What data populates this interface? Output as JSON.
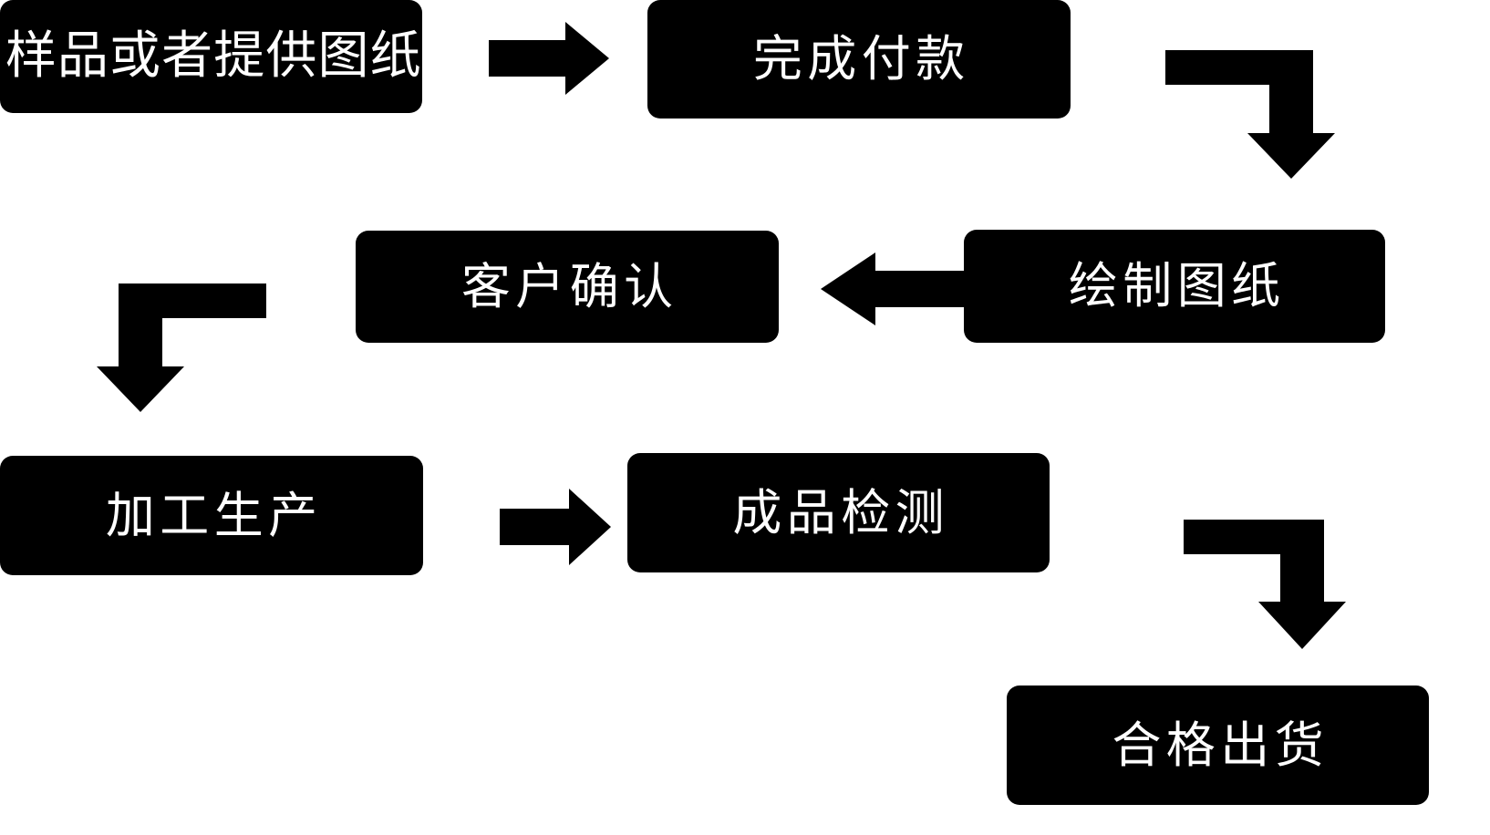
{
  "diagram": {
    "title": "",
    "background_color": "#ffffff",
    "node_color": "#000000",
    "node_text_color": "#ffffff",
    "arrow_color": "#000000",
    "type": "process-flowchart",
    "nodes": [
      {
        "id": "sample",
        "label": "样品或者提供图纸",
        "row": 1,
        "col": 1
      },
      {
        "id": "payment",
        "label": "完成付款",
        "row": 1,
        "col": 2
      },
      {
        "id": "drawing",
        "label": "绘制图纸",
        "row": 2,
        "col": 3
      },
      {
        "id": "confirm",
        "label": "客户确认",
        "row": 2,
        "col": 2
      },
      {
        "id": "production",
        "label": "加工生产",
        "row": 3,
        "col": 1
      },
      {
        "id": "inspection",
        "label": "成品检测",
        "row": 3,
        "col": 2
      },
      {
        "id": "shipment",
        "label": "合格出货",
        "row": 4,
        "col": 3
      }
    ],
    "edges": [
      {
        "from": "sample",
        "to": "payment",
        "shape": "straight-right",
        "icon": "arrow-right-icon"
      },
      {
        "from": "payment",
        "to": "drawing",
        "shape": "elbow-right-down",
        "icon": "arrow-elbow-right-down-icon"
      },
      {
        "from": "drawing",
        "to": "confirm",
        "shape": "straight-left",
        "icon": "arrow-left-icon"
      },
      {
        "from": "confirm",
        "to": "production",
        "shape": "elbow-left-down",
        "icon": "arrow-elbow-left-down-icon"
      },
      {
        "from": "production",
        "to": "inspection",
        "shape": "straight-right",
        "icon": "arrow-right-icon"
      },
      {
        "from": "inspection",
        "to": "shipment",
        "shape": "elbow-right-down",
        "icon": "arrow-elbow-right-down-icon"
      }
    ]
  }
}
